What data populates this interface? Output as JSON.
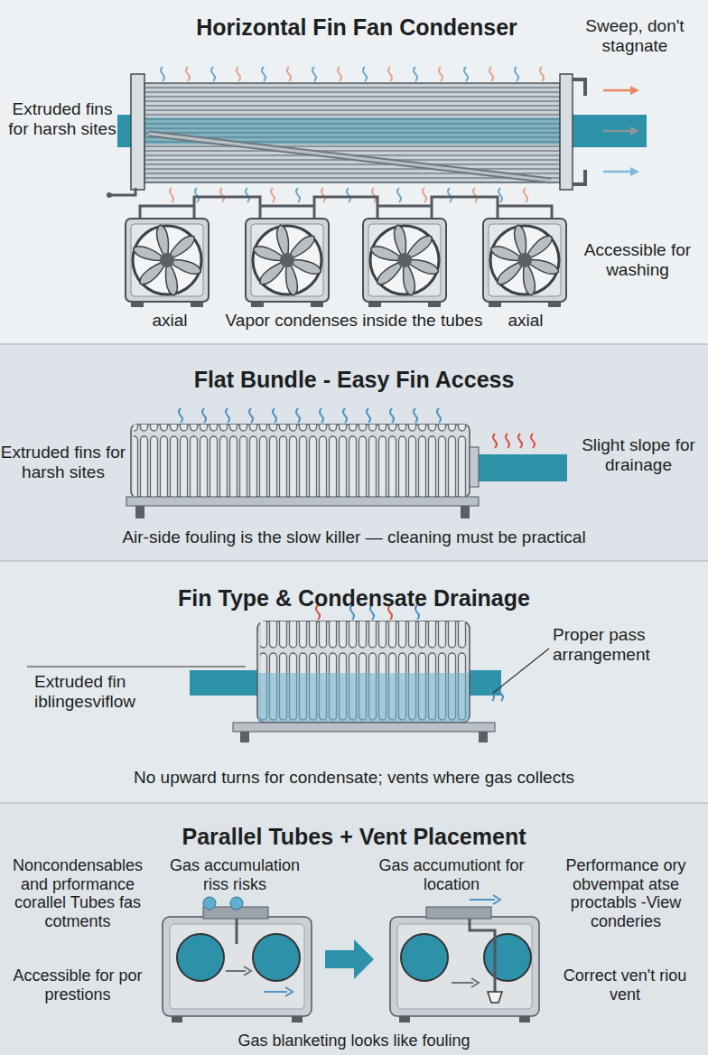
{
  "diagram": {
    "nodes": [
      {
        "text": [
          "Horizontal Fin Fan Condenser",
          "Sweep, don't stagnate",
          "Extruded fins for harsh sites",
          "Accessible for washing",
          "axial",
          "Vapor condenses inside the tubes",
          "axial"
        ]
      },
      {
        "text": [
          "Flat Bundle - Easy Fin Access",
          "Extruded fins for harsh sites",
          "Slight slope for drainage",
          "Air-side fouling is the slow killer — cleaning must be practical"
        ]
      },
      {
        "text": [
          "Fin Type & Condensate Drainage",
          "Extruded fin iblingesviflow",
          "Proper pass arrangement",
          "No upward turns for condensate; vents where gas collects"
        ]
      },
      {
        "text": [
          "Parallel Tubes + Vent Placement",
          "Noncondensables and prformance corallel Tubes fas cotments",
          "Gas accumulation riss risks",
          "Gas accumutiont for location",
          "Performance ory obvempat atse proctabls -View conderies",
          "Accessible for por prestions",
          "Correct ven't riou vent",
          "Gas blanketing looks like fouling"
        ]
      }
    ]
  }
}
